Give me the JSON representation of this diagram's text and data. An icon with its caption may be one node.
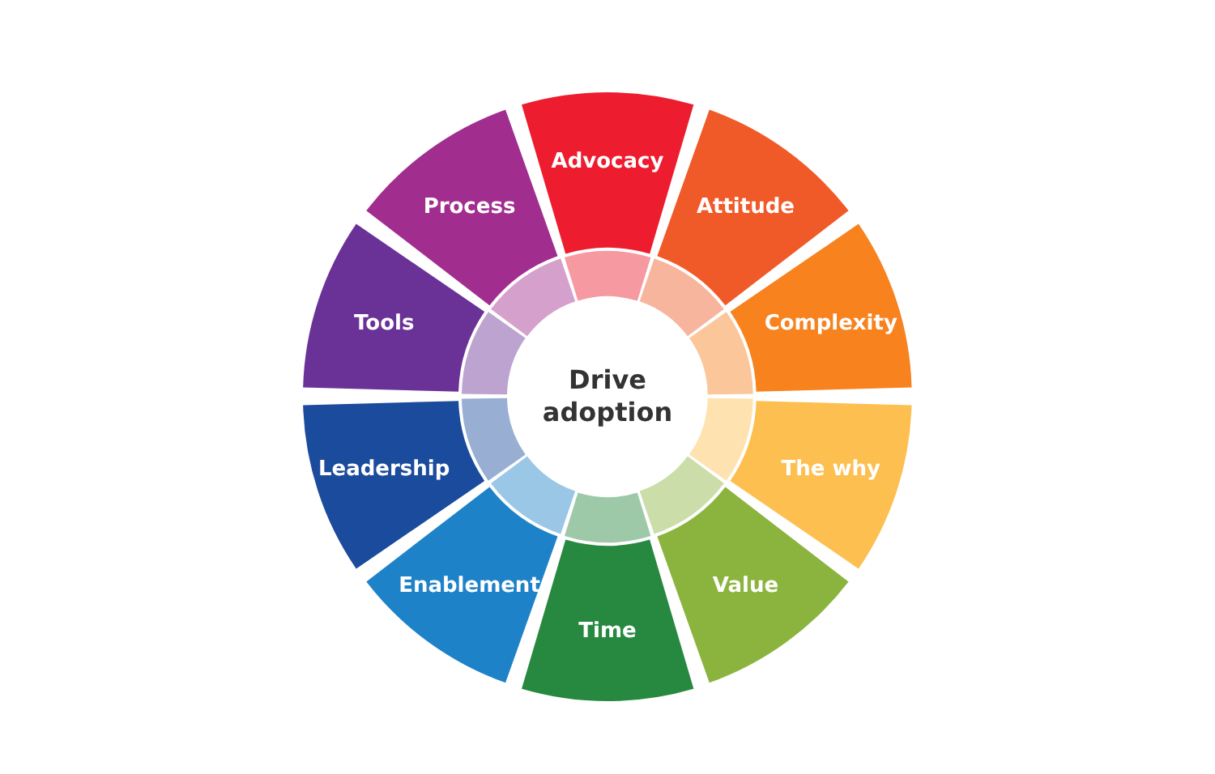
{
  "diagram": {
    "nodes": [
      {
        "text": [
          "Drive adoption"
        ]
      },
      {
        "text": [
          "Advocacy"
        ]
      },
      {
        "text": [
          "Attitude"
        ]
      },
      {
        "text": [
          "Complexity"
        ]
      },
      {
        "text": [
          "The why"
        ]
      },
      {
        "text": [
          "Value"
        ]
      },
      {
        "text": [
          "Time"
        ]
      },
      {
        "text": [
          "Enablement"
        ]
      },
      {
        "text": [
          "Leadership"
        ]
      },
      {
        "text": [
          "Tools"
        ]
      },
      {
        "text": [
          "Process"
        ]
      }
    ]
  }
}
